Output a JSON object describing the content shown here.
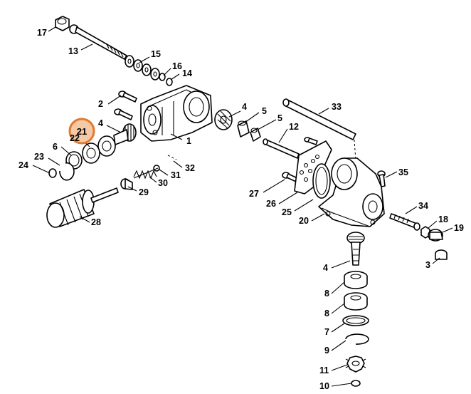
{
  "highlight": {
    "label": "21",
    "color": "#e07a2e",
    "fill": "#f5c9a6"
  },
  "callouts": [
    {
      "id": "c17",
      "text": "17"
    },
    {
      "id": "c13",
      "text": "13"
    },
    {
      "id": "c15",
      "text": "15"
    },
    {
      "id": "c16",
      "text": "16"
    },
    {
      "id": "c14",
      "text": "14"
    },
    {
      "id": "c2",
      "text": "2"
    },
    {
      "id": "c4a",
      "text": "4"
    },
    {
      "id": "c22",
      "text": "22"
    },
    {
      "id": "c1",
      "text": "1"
    },
    {
      "id": "c6",
      "text": "6"
    },
    {
      "id": "c23",
      "text": "23"
    },
    {
      "id": "c24",
      "text": "24"
    },
    {
      "id": "c32",
      "text": "32"
    },
    {
      "id": "c31",
      "text": "31"
    },
    {
      "id": "c30",
      "text": "30"
    },
    {
      "id": "c29",
      "text": "29"
    },
    {
      "id": "c28",
      "text": "28"
    },
    {
      "id": "c4b",
      "text": "4"
    },
    {
      "id": "c5a",
      "text": "5"
    },
    {
      "id": "c5b",
      "text": "5"
    },
    {
      "id": "c12",
      "text": "12"
    },
    {
      "id": "c33",
      "text": "33"
    },
    {
      "id": "c35",
      "text": "35"
    },
    {
      "id": "c27",
      "text": "27"
    },
    {
      "id": "c26",
      "text": "26"
    },
    {
      "id": "c25",
      "text": "25"
    },
    {
      "id": "c20",
      "text": "20"
    },
    {
      "id": "c34",
      "text": "34"
    },
    {
      "id": "c18",
      "text": "18"
    },
    {
      "id": "c19",
      "text": "19"
    },
    {
      "id": "c4c",
      "text": "4"
    },
    {
      "id": "c3",
      "text": "3"
    },
    {
      "id": "c8a",
      "text": "8"
    },
    {
      "id": "c8b",
      "text": "8"
    },
    {
      "id": "c7",
      "text": "7"
    },
    {
      "id": "c9",
      "text": "9"
    },
    {
      "id": "c11",
      "text": "11"
    },
    {
      "id": "c10",
      "text": "10"
    }
  ]
}
